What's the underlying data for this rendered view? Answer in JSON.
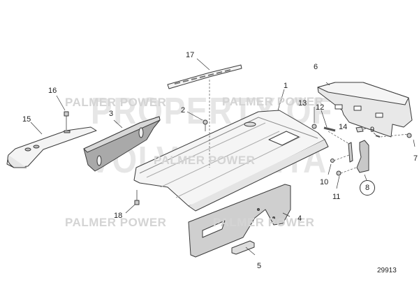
{
  "diagram": {
    "type": "exploded-parts-diagram",
    "figure_number": "29913",
    "watermarks": {
      "small": [
        "PALMER POWER",
        "PALMER POWER",
        "PALMER POWER",
        "PALMER POWER",
        "PALMER POWER"
      ],
      "big_line1": "PROPERTY OF",
      "big_line2": "VOLVO PENTA"
    },
    "callouts": [
      {
        "id": "1",
        "label": "1"
      },
      {
        "id": "2",
        "label": "2"
      },
      {
        "id": "3",
        "label": "3"
      },
      {
        "id": "4",
        "label": "4"
      },
      {
        "id": "5",
        "label": "5"
      },
      {
        "id": "6",
        "label": "6"
      },
      {
        "id": "7",
        "label": "7"
      },
      {
        "id": "8",
        "label": "8",
        "circled": true
      },
      {
        "id": "9",
        "label": "9"
      },
      {
        "id": "10",
        "label": "10"
      },
      {
        "id": "11",
        "label": "11"
      },
      {
        "id": "12",
        "label": "12"
      },
      {
        "id": "13",
        "label": "13"
      },
      {
        "id": "14",
        "label": "14"
      },
      {
        "id": "15",
        "label": "15"
      },
      {
        "id": "16",
        "label": "16"
      },
      {
        "id": "17",
        "label": "17"
      },
      {
        "id": "18",
        "label": "18"
      }
    ],
    "colors": {
      "part_fill_light": "#f2f2f2",
      "part_fill_mid": "#d6d6d6",
      "part_fill_dark": "#a8a8a8",
      "outline": "#3a3a3a",
      "watermark": "#d9d9d9"
    }
  }
}
